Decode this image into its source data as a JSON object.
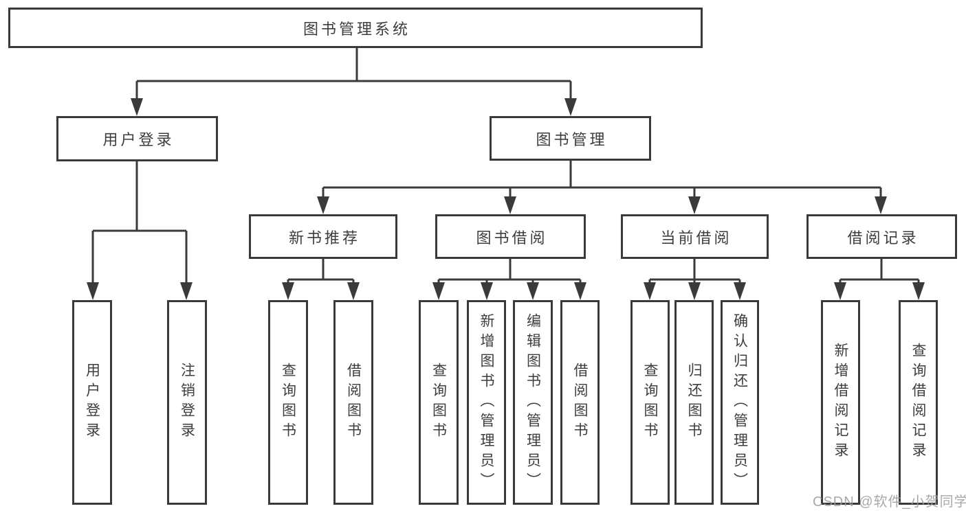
{
  "diagram": {
    "root": "图书管理系统",
    "branches": {
      "user_login": {
        "label": "用户登录",
        "children": [
          "用户登录",
          "注销登录"
        ]
      },
      "book_management": {
        "label": "图书管理",
        "sections": [
          {
            "label": "新书推荐",
            "children": [
              "查询图书",
              "借阅图书"
            ]
          },
          {
            "label": "图书借阅",
            "children": [
              "查询图书",
              "新增图书（管理员）",
              "编辑图书（管理员）",
              "借阅图书"
            ]
          },
          {
            "label": "当前借阅",
            "children": [
              "查询图书",
              "归还图书",
              "确认归还（管理员）"
            ]
          },
          {
            "label": "借阅记录",
            "children": [
              "新增借阅记录",
              "查询借阅记录"
            ]
          }
        ]
      }
    }
  },
  "watermark": "CSDN @软件_小贺同学",
  "colors": {
    "line": "#3a3a3a",
    "text": "#3d3d3d",
    "watermark": "#9a9a9a",
    "background": "#ffffff"
  }
}
